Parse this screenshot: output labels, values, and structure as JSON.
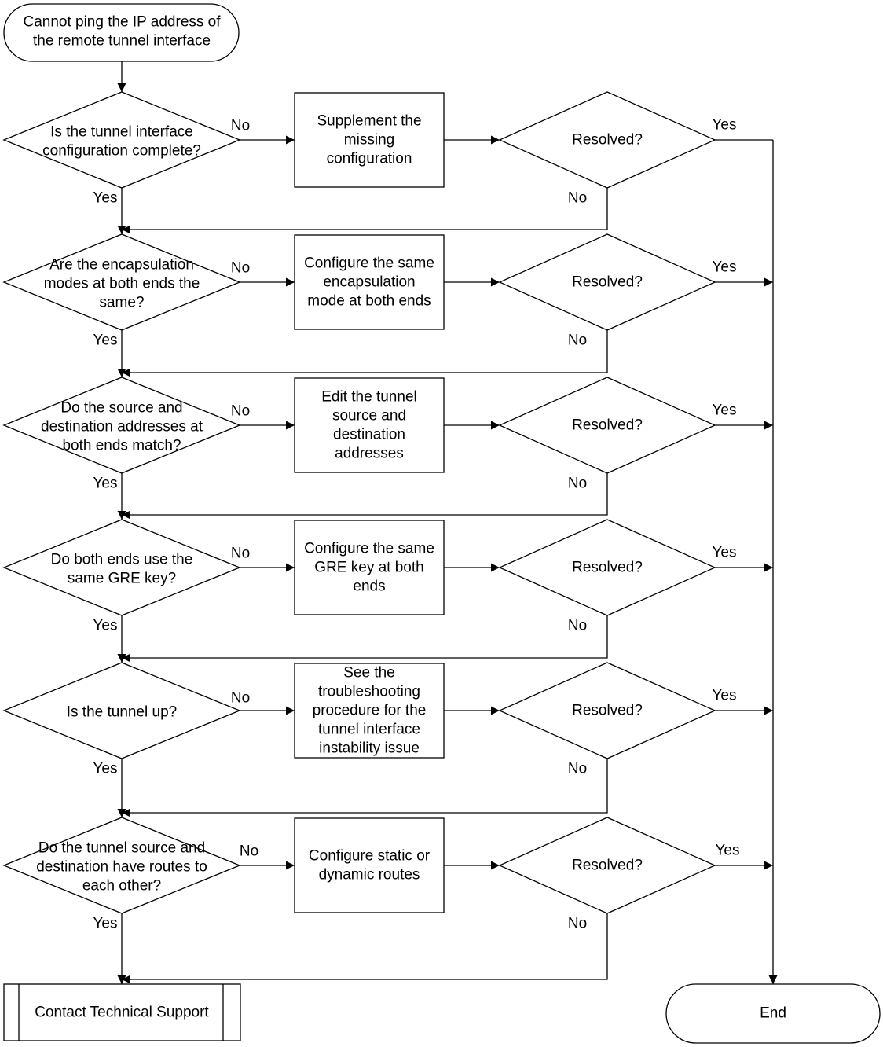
{
  "start": {
    "lines": [
      "Cannot ping the IP address of",
      "the remote tunnel interface"
    ]
  },
  "end_label": "End",
  "contact_label": "Contact Technical Support",
  "labels": {
    "yes": "Yes",
    "no": "No"
  },
  "steps": [
    {
      "question": [
        "Is the tunnel interface",
        "configuration complete?"
      ],
      "action": [
        "Supplement the",
        "missing",
        "configuration"
      ],
      "check": "Resolved?"
    },
    {
      "question": [
        "Are the encapsulation",
        "modes at both ends the",
        "same?"
      ],
      "action": [
        "Configure the same",
        "encapsulation",
        "mode at both ends"
      ],
      "check": "Resolved?"
    },
    {
      "question": [
        "Do the source and",
        "destination addresses at",
        "both ends match?"
      ],
      "action": [
        "Edit the tunnel",
        "source and",
        "destination",
        "addresses"
      ],
      "check": "Resolved?"
    },
    {
      "question": [
        "Do both ends use the",
        "same GRE key?"
      ],
      "action": [
        "Configure the same",
        "GRE key at both",
        "ends"
      ],
      "check": "Resolved?"
    },
    {
      "question": [
        "Is the tunnel up?"
      ],
      "action": [
        "See the",
        "troubleshooting",
        "procedure for the",
        "tunnel interface",
        "instability issue"
      ],
      "check": "Resolved?"
    },
    {
      "question": [
        "Do the tunnel source and",
        "destination have routes to",
        "each other?"
      ],
      "action": [
        "Configure static or",
        "dynamic routes"
      ],
      "check": "Resolved?"
    }
  ]
}
